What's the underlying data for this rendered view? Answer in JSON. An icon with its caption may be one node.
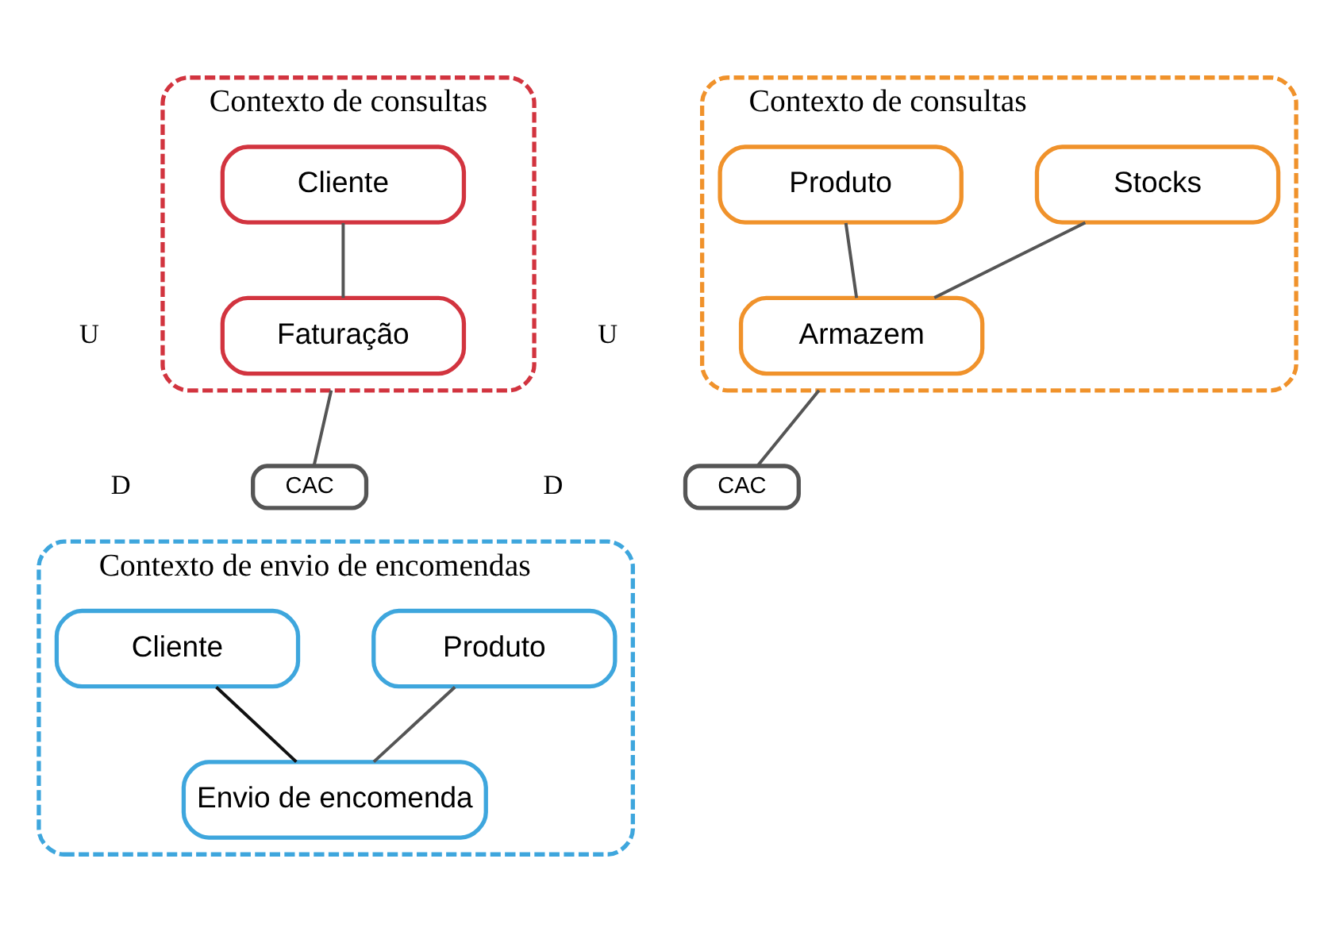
{
  "diagram": {
    "nodes": [
      {
        "text": [
          "Contexto de consultas"
        ]
      },
      {
        "text": [
          "Stocks"
        ],
        "in": 0
      },
      {
        "text": [
          "Produto"
        ],
        "in": 0
      },
      {
        "text": [
          "Armazem"
        ],
        "in": 0
      },
      {
        "text": [
          "Contexto de consultas"
        ]
      },
      {
        "text": [
          "Cliente"
        ],
        "in": 4
      },
      {
        "text": [
          "Faturação"
        ],
        "in": 4
      },
      {
        "text": [
          "CAC"
        ]
      },
      {
        "text": [
          "CAC"
        ]
      },
      {
        "text": [
          "Contexto de envio de encomendas"
        ]
      },
      {
        "text": [
          "Produto"
        ],
        "in": 9
      },
      {
        "text": [
          "Cliente"
        ],
        "in": 9
      },
      {
        "text": [
          "Envio de encomenda"
        ],
        "in": 9
      }
    ],
    "edges": [
      {
        "from": 1,
        "to": 3,
        "arrow": "none"
      },
      {
        "from": 2,
        "to": 3,
        "arrow": "none"
      },
      {
        "from": 5,
        "to": 6,
        "arrow": "none"
      },
      {
        "from": 0,
        "to": 7,
        "arrow": "none"
      },
      {
        "from": 4,
        "to": 8,
        "arrow": "none"
      },
      {
        "from": 10,
        "to": 12,
        "arrow": "none"
      },
      {
        "from": 11,
        "to": 12,
        "arrow": "none",
        "color": "#111111"
      }
    ],
    "labels": [
      "U",
      "U",
      "D",
      "D"
    ]
  }
}
